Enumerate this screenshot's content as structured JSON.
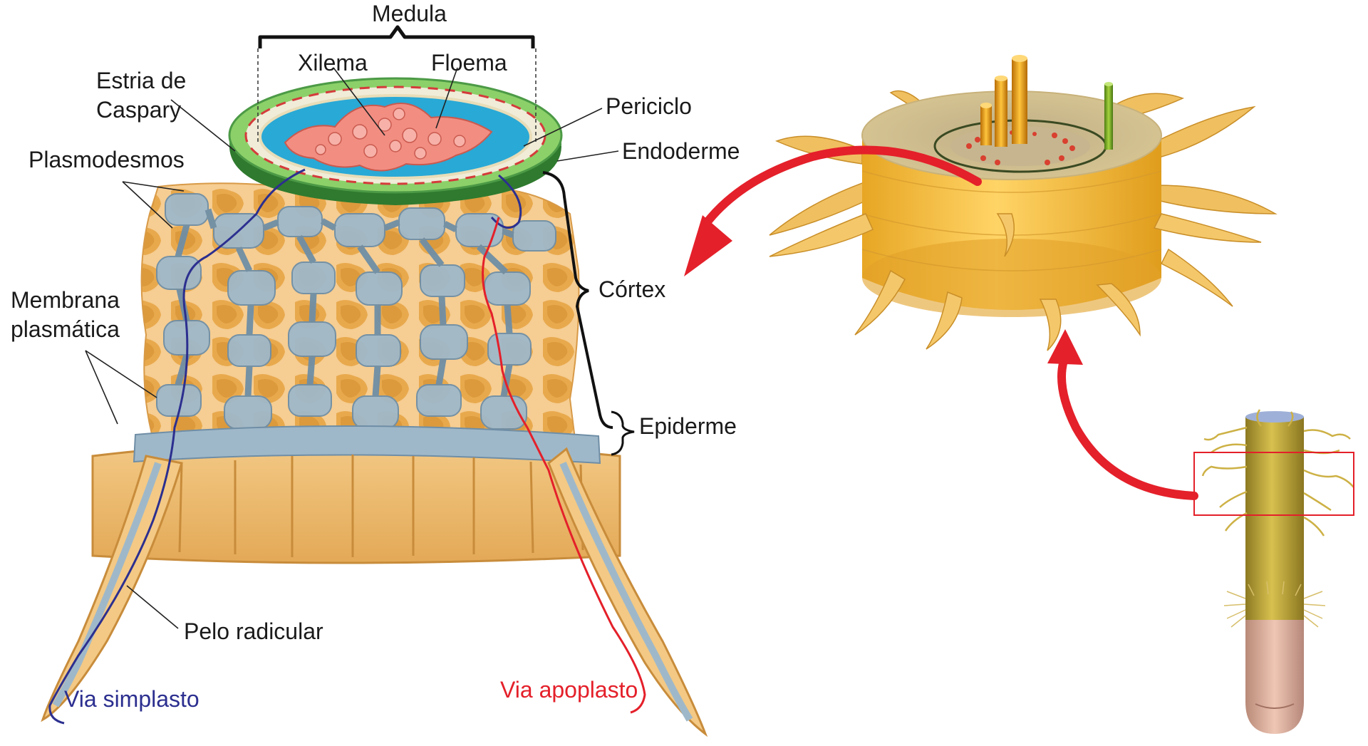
{
  "labels": {
    "medula": "Medula",
    "xilema": "Xilema",
    "floema": "Floema",
    "estria_line1": "Estria de",
    "estria_line2": "Caspary",
    "periciclo": "Periciclo",
    "endoderme": "Endoderme",
    "plasmodesmos": "Plasmodesmos",
    "cortex": "Córtex",
    "membrana_line1": "Membrana",
    "membrana_line2": "plasmática",
    "epiderme": "Epiderme",
    "pelo_radicular": "Pelo radicular",
    "via_simplasto": "Via simplasto",
    "via_apoplasto": "Via apoplasto"
  },
  "colors": {
    "symplast_path": "#2c2f8f",
    "apoplast_path": "#e4202a",
    "cell_wall": "#f4c68a",
    "cell_interior": "#e6a64c",
    "cytoplasm": "#9fb8c9",
    "endodermis": "#58a84e",
    "stele_blue": "#29a9d6",
    "xylem_pink": "#f28d82",
    "arrow": "#e4202a",
    "root_yellow": "#d8b64a"
  }
}
